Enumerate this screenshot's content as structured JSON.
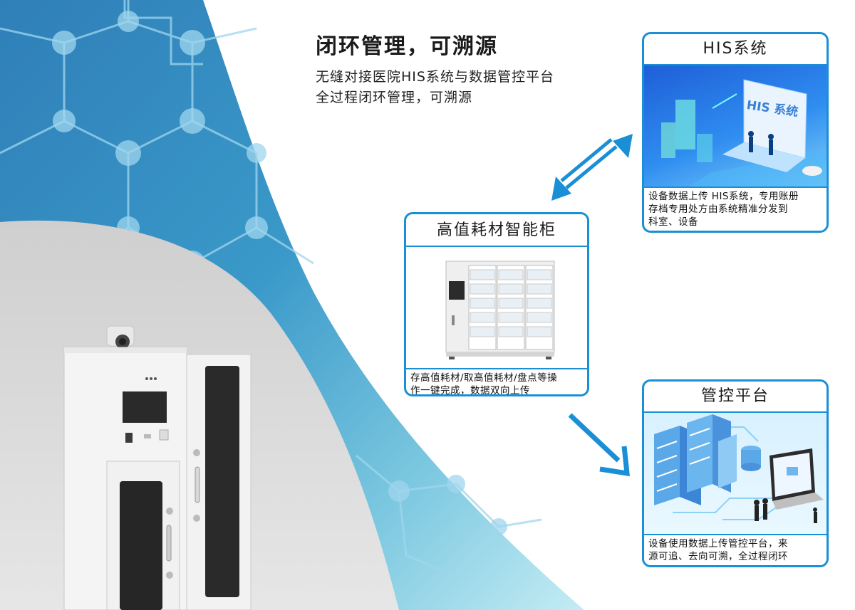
{
  "headline": "闭环管理，可溯源",
  "subtitle_lines": [
    "无缝对接医院HIS系统与数据管控平台",
    "全过程闭环管理，可溯源"
  ],
  "cards": {
    "his": {
      "title": "HIS系统",
      "image_label": "HIS 系统",
      "desc_lines": [
        "设备数据上传 HIS系统，专用账册",
        "存档专用处方由系统精准分发到",
        "科室、设备"
      ]
    },
    "cabinet": {
      "title": "高值耗材智能柜",
      "desc_lines": [
        "存高值耗材/取高值耗材/盘点等操",
        "作一键完成，数据双向上传"
      ]
    },
    "platform": {
      "title": "管控平台",
      "desc_lines": [
        "设备使用数据上传管控平台，来",
        "源可追、去向可溯，全过程闭环"
      ]
    }
  },
  "colors": {
    "accent": "#1a8fd6",
    "arrow": "#1a8fd6",
    "bg_blue": "#3a8cc0",
    "bg_gray": "#d8d8d8"
  },
  "icons": [
    "double-arrow-icon",
    "down-right-arrow-icon"
  ]
}
